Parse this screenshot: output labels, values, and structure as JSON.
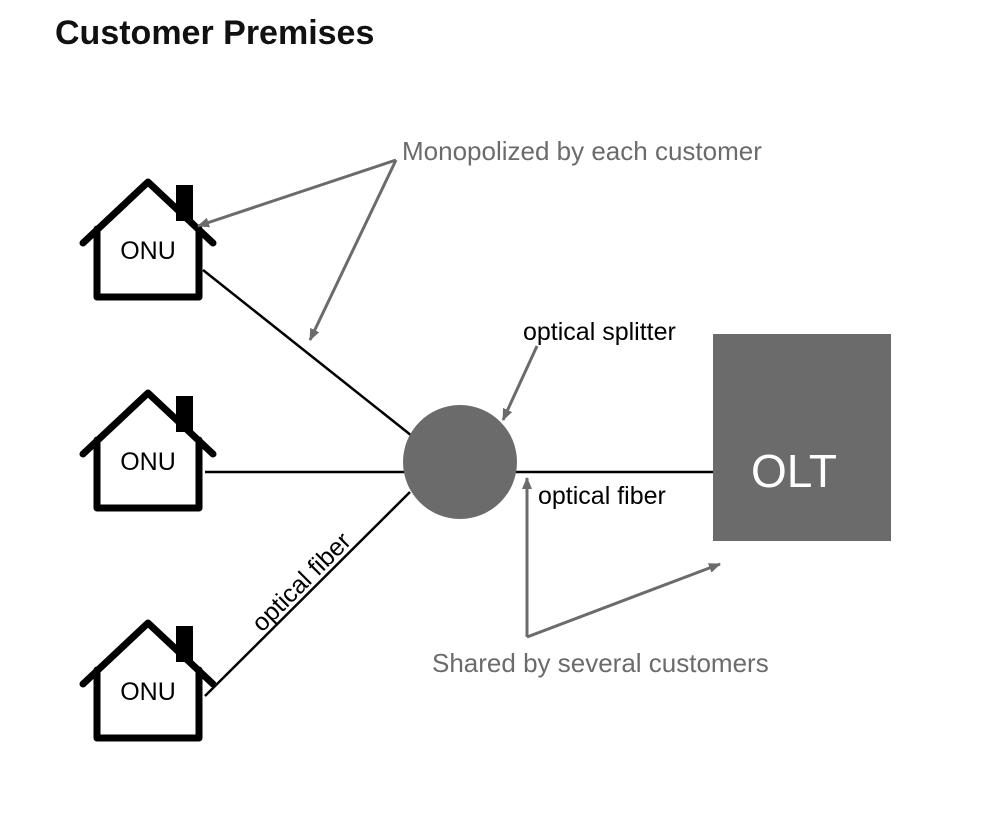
{
  "title": "Customer Premises",
  "houses": [
    {
      "label": "ONU"
    },
    {
      "label": "ONU"
    },
    {
      "label": "ONU"
    }
  ],
  "splitter": {
    "label": "optical splitter"
  },
  "olt": {
    "label": "OLT"
  },
  "fiber_labels": {
    "diagonal": "optical fiber",
    "trunk": "optical fiber"
  },
  "annotations": {
    "monopolized": "Monopolized by each customer",
    "shared": "Shared by several customers"
  },
  "colors": {
    "line": "#000000",
    "arrow": "#6b6b6b",
    "annotation_text": "#6b6b6b",
    "splitter_fill": "#6b6b6b",
    "olt_fill": "#6b6b6b",
    "olt_text": "#ffffff"
  }
}
